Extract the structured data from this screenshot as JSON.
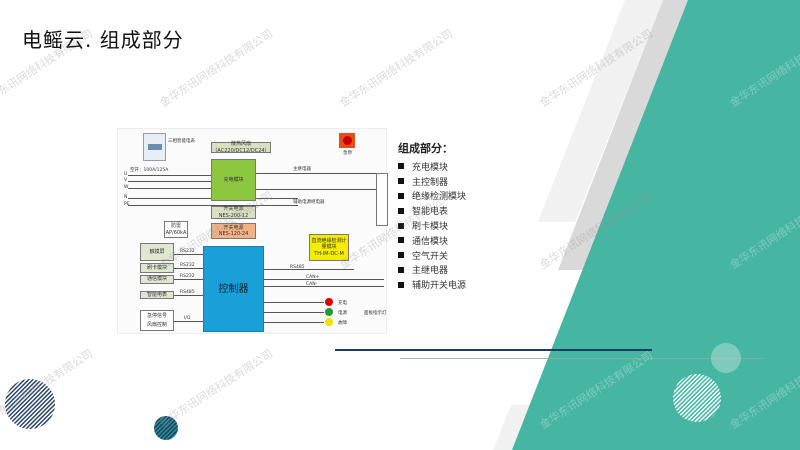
{
  "title": "电鳐云. 组成部分",
  "watermark": "金华东讯网络科技有限公司",
  "colors": {
    "teal": "#46b5a1",
    "navy": "#1e3a5f",
    "green_module": "#8dc63f",
    "controller_blue": "#1aa0d8",
    "yellow_module": "#f5ec00"
  },
  "diagram": {
    "meter_label": "三相智能电表",
    "fan": {
      "name": "散热风扇",
      "spec": "（AC220/DC12/DC24）"
    },
    "emergency_stop": "急停",
    "breaker": "空开：100A/125A",
    "phases": [
      "U",
      "V",
      "W",
      "N",
      "PE"
    ],
    "charging_module": "充电模块",
    "psu1": {
      "name": "开关电源",
      "model": "NES-200-12"
    },
    "psu2": {
      "name": "开关电源",
      "model": "NES-120-24"
    },
    "surge": {
      "name": "防雷",
      "spec": "AP/60kA"
    },
    "controller": "控制器",
    "left_modules": [
      "触摸屏",
      "刷卡模块",
      "通信模块",
      "智能电表"
    ],
    "left_links": [
      "RS232",
      "RS232",
      "RS232",
      "RS485"
    ],
    "signal_box": [
      "急停信号",
      "风扇控制"
    ],
    "io_label": "I/O",
    "insulation": {
      "name": "直流绝缘检测计量模块",
      "model": "TH-IM-DC-M"
    },
    "main_relay": "主继电器",
    "aux_relay": "辅助电源继电器",
    "bus": [
      "RS485",
      "CAN+",
      "CAN-"
    ],
    "lights": [
      "充电",
      "电源",
      "故障"
    ],
    "panel_label": "面板指示灯"
  },
  "components": {
    "heading": "组成部分：",
    "items": [
      "充电模块",
      "主控制器",
      "绝缘检测模块",
      "智能电表",
      "刷卡模块",
      "通信模块",
      "空气开关",
      "主继电器",
      "辅助开关电源"
    ]
  }
}
